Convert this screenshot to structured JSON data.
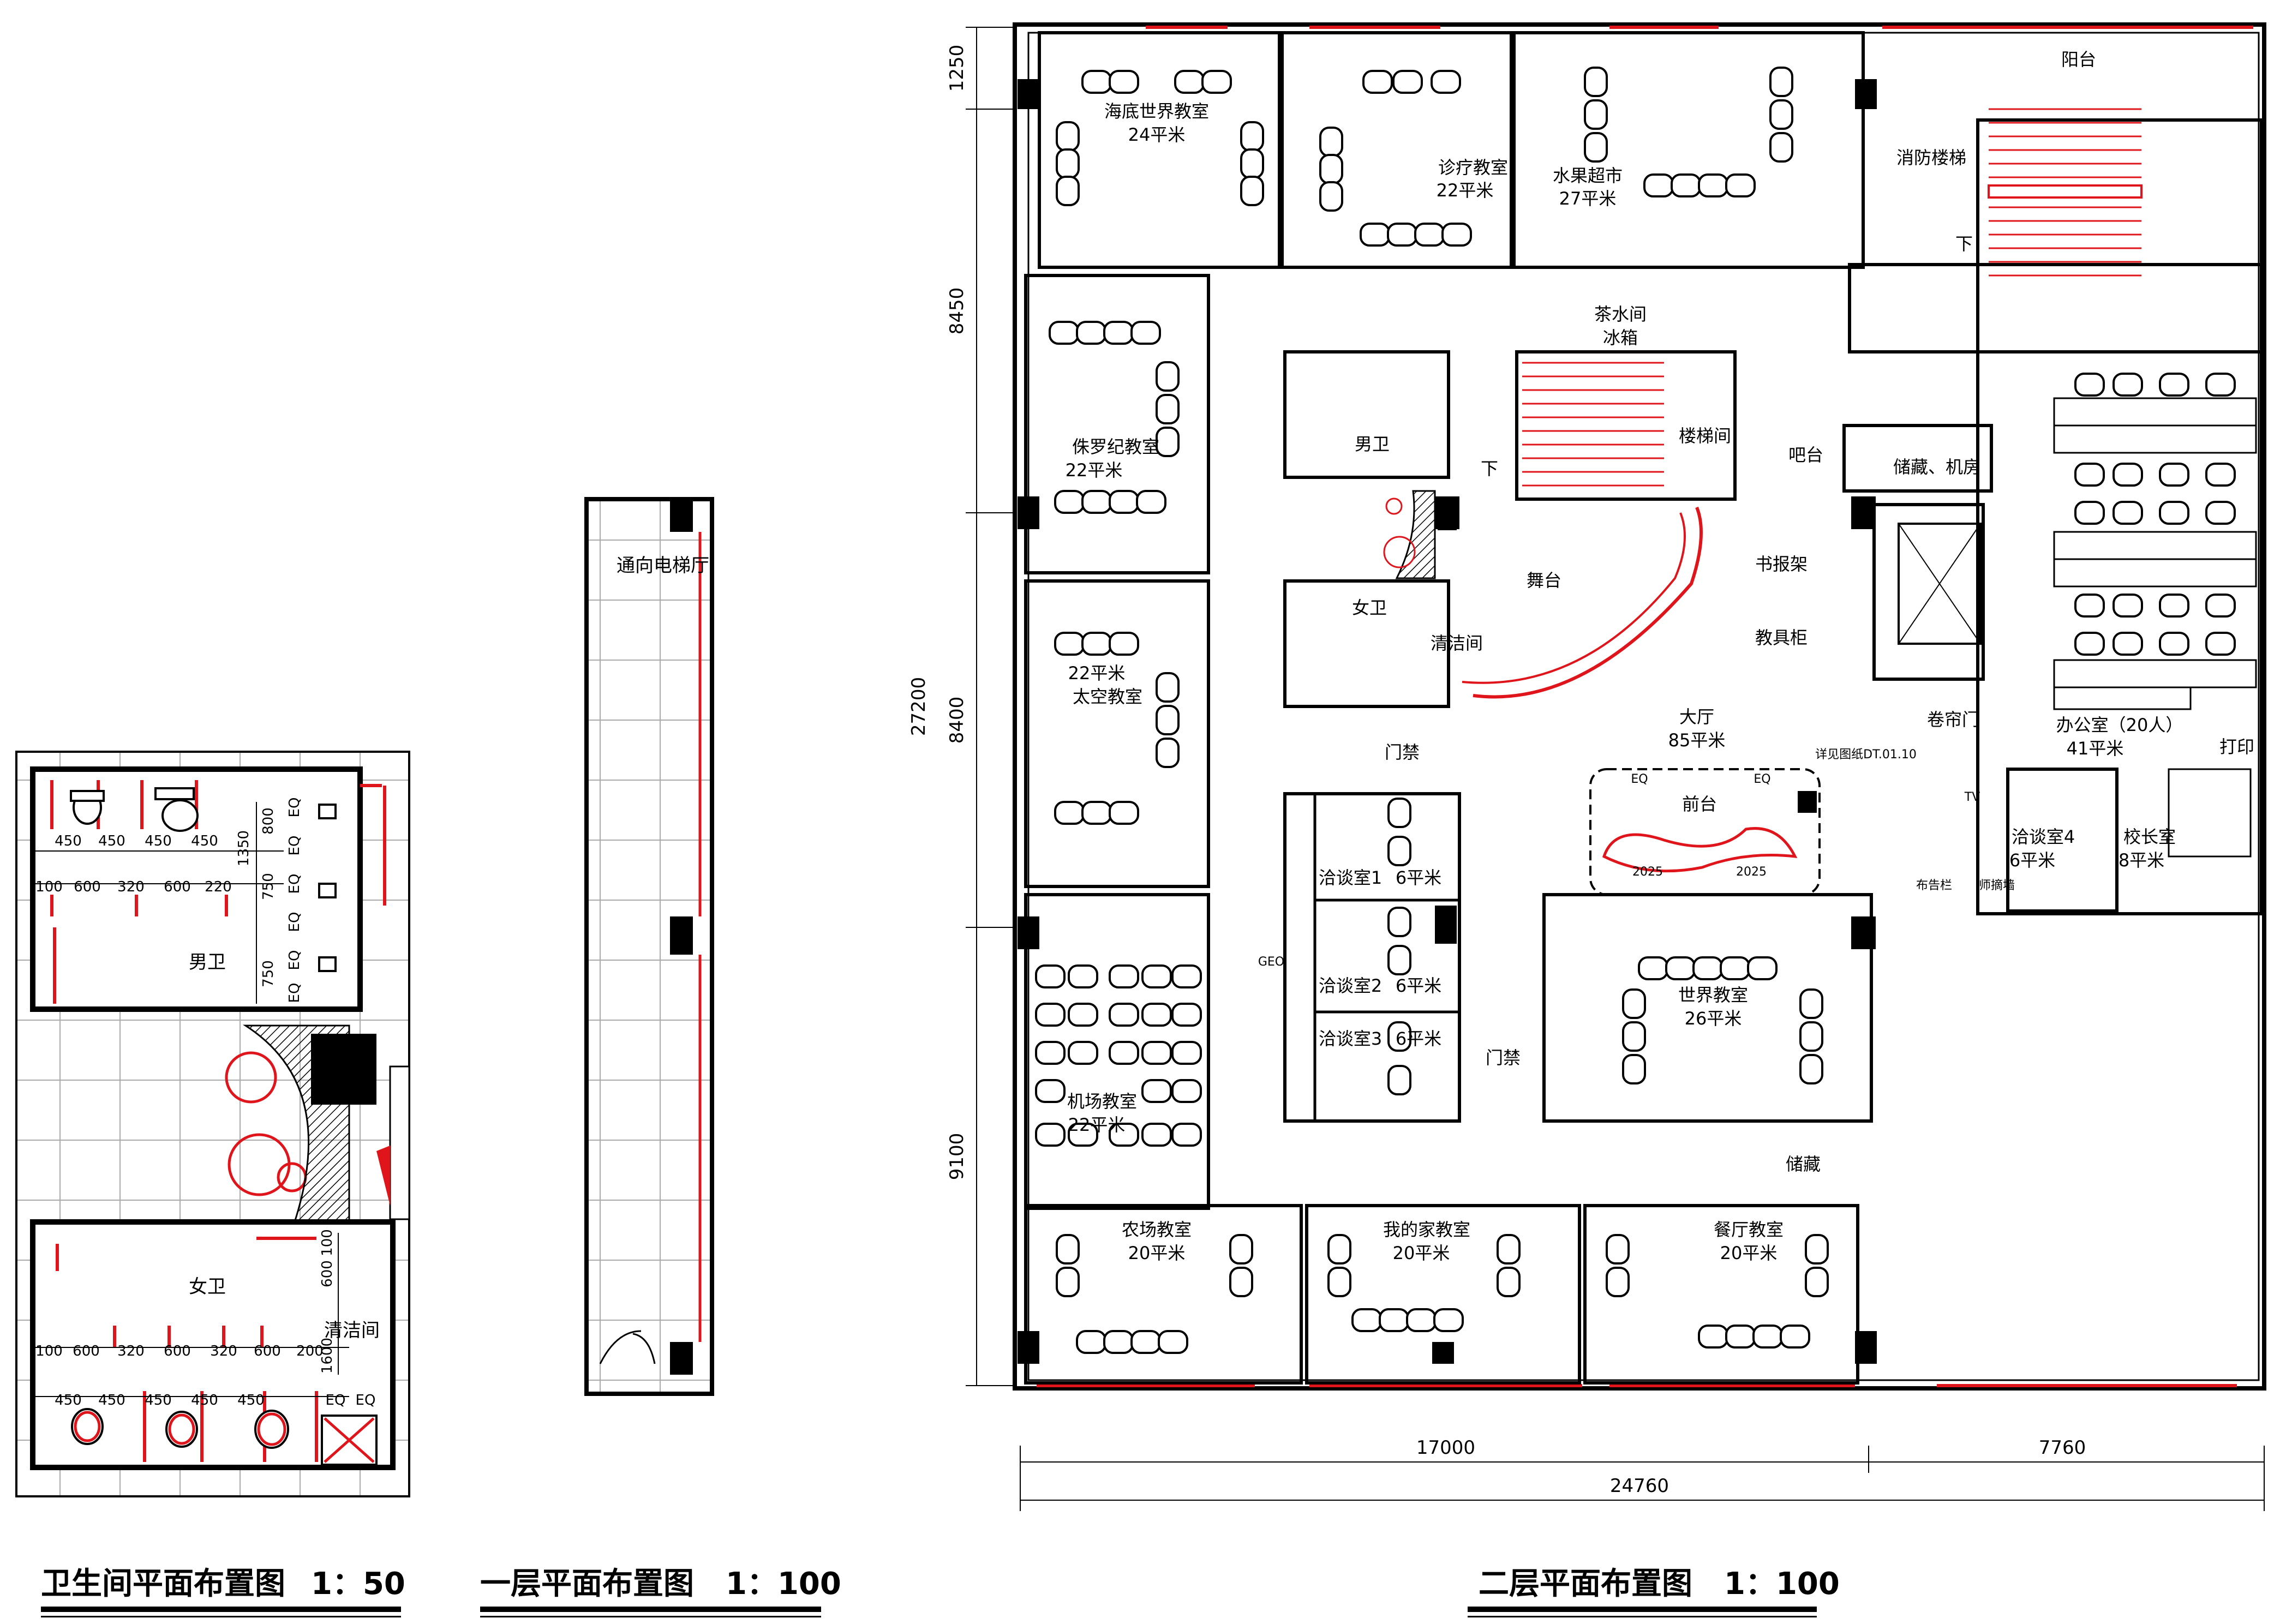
{
  "restroom_plan": {
    "title": "卫生间平面布置图",
    "scale": "1：50",
    "rooms": {
      "men": "男卫",
      "women": "女卫",
      "cleaning": "清洁间"
    },
    "men_dims": {
      "top": [
        "450",
        "450",
        "450",
        "450"
      ],
      "second": [
        "100",
        "600",
        "320",
        "600",
        "220"
      ],
      "vertical": [
        "800",
        "1350",
        "750",
        "750"
      ],
      "eq": [
        "EQ",
        "EQ",
        "EQ",
        "EQ",
        "EQ",
        "EQ"
      ]
    },
    "women_dims": {
      "row1": [
        "100",
        "600",
        "320",
        "600",
        "320",
        "600",
        "200"
      ],
      "row2": [
        "450",
        "450",
        "450",
        "450",
        "450"
      ],
      "vertical": [
        "100",
        "600",
        "1600"
      ],
      "eq": [
        "EQ",
        "EQ"
      ]
    }
  },
  "floor1_plan": {
    "title": "一层平面布置图",
    "scale": "1：100",
    "label": "通向电梯厅"
  },
  "floor2_plan": {
    "title": "二层平面布置图",
    "scale": "1：100",
    "dims": {
      "left": [
        "1250",
        "8450",
        "8400",
        "9100"
      ],
      "total_v": "27200",
      "bottom": [
        "17000",
        "7760"
      ],
      "total_h": "24760"
    },
    "rooms": {
      "haidi": {
        "name": "海底世界教室",
        "area": "24平米"
      },
      "zhenliao": {
        "name": "诊疗教室",
        "area": "22平米"
      },
      "shuiguo": {
        "name": "水果超市",
        "area": "27平米"
      },
      "yangtai": "阳台",
      "xiaofang": "消防楼梯",
      "xia": "下",
      "chashui": "茶水间",
      "bingxiang": "冰箱",
      "zhuluoji": {
        "name": "侏罗纪教室",
        "area": "22平米"
      },
      "nanwei": "男卫",
      "louti": "楼梯间",
      "bataai": "吧台",
      "chucang_jifang": "储藏、机房",
      "wutai": "舞台",
      "shubaojia": "书报架",
      "jiaojugui": "教具柜",
      "nvwei": "女卫",
      "qingjie": "清洁间",
      "taikong": {
        "area": "22平米",
        "name": "太空教室"
      },
      "juanlianmen": "卷帘门",
      "bangong": {
        "name": "办公室（20人）",
        "area": "41平米"
      },
      "menjin": "门禁",
      "dating": {
        "name": "大厅",
        "area": "85平米"
      },
      "qiantai": "前台",
      "dayin": "打印",
      "tv": "TV",
      "qiatan1": {
        "name": "洽谈室1",
        "area": "6平米"
      },
      "qiatan2": {
        "name": "洽谈室2",
        "area": "6平米"
      },
      "qiatan3": {
        "name": "洽谈室3",
        "area": "6平米"
      },
      "qiatan4": {
        "name": "洽谈室4",
        "area": "6平米"
      },
      "xiaozhang": {
        "name": "校长室",
        "area": "8平米"
      },
      "gaoshilan": "布告栏",
      "shiqiang": "师摘墙",
      "geo": "GEO",
      "jichang": {
        "name": "机场教室",
        "area": "22平米"
      },
      "shijie": {
        "name": "世界教室",
        "area": "26平米"
      },
      "chucang": "储藏",
      "nongchang": {
        "name": "农场教室",
        "area": "20平米"
      },
      "wodejia": {
        "name": "我的家教室",
        "area": "20平米"
      },
      "canting": {
        "name": "餐厅教室",
        "area": "20平米"
      },
      "eq": "EQ",
      "reception_years": [
        "2025",
        "2025"
      ],
      "ref_note": "详见图纸DT.01.10"
    }
  }
}
